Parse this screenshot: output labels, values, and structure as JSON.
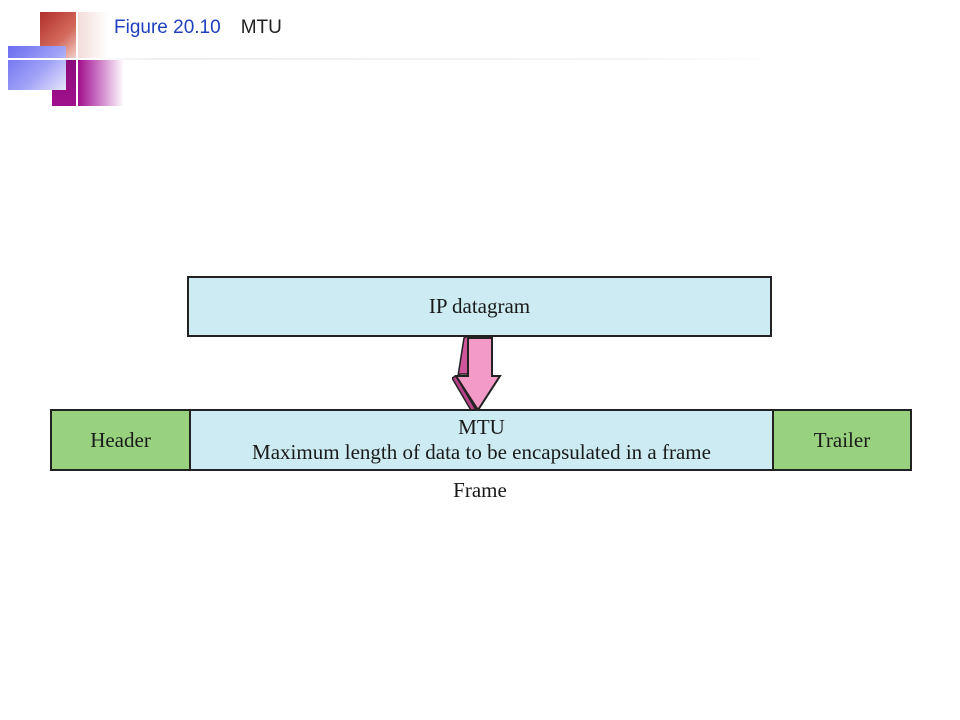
{
  "header": {
    "figure_number": "Figure 20.10",
    "figure_title": "MTU"
  },
  "diagram": {
    "ip_datagram_label": "IP datagram",
    "frame": {
      "header_label": "Header",
      "mtu_label": "MTU",
      "mtu_description": "Maximum length of data to be encapsulated in a frame",
      "trailer_label": "Trailer",
      "caption": "Frame"
    },
    "colors": {
      "data_fill": "#cdebf2",
      "header_trailer_fill": "#98d27f",
      "arrow_fill": "#f49ac9",
      "arrow_side": "#d0559a",
      "title_accent": "#1f3fbf"
    },
    "arrow_icon": "down-arrow-icon"
  }
}
